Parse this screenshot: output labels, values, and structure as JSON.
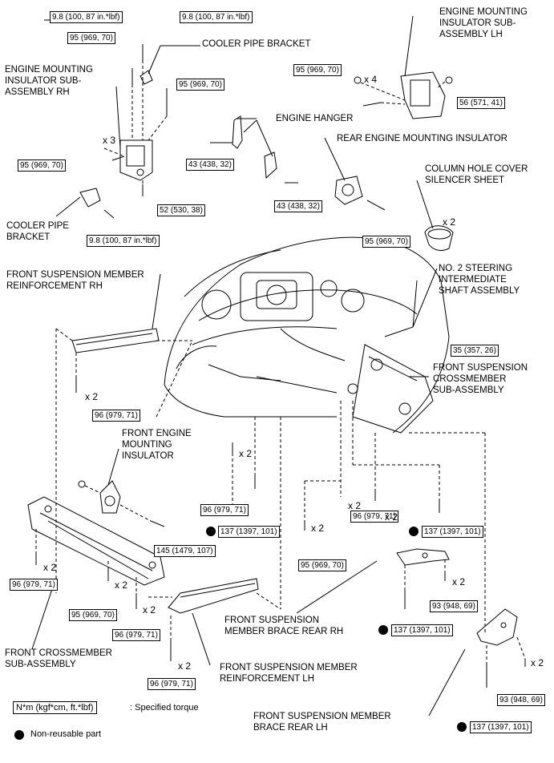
{
  "labels": {
    "engine_mounting_lh": "ENGINE MOUNTING\nINSULATOR SUB-\nASSEMBLY LH",
    "cooler_pipe_bracket_top": "COOLER PIPE BRACKET",
    "engine_mounting_rh": "ENGINE MOUNTING\nINSULATOR SUB-\nASSEMBLY RH",
    "engine_hanger": "ENGINE HANGER",
    "rear_engine_mounting": "REAR ENGINE MOUNTING INSULATOR",
    "column_hole_cover": "COLUMN HOLE COVER\nSILENCER SHEET",
    "cooler_pipe_bracket_bottom": "COOLER PIPE\nBRACKET",
    "front_susp_member_reinf_rh": "FRONT SUSPENSION MEMBER\nREINFORCEMENT RH",
    "no2_steering_shaft": "NO. 2 STEERING\nINTERMEDIATE\nSHAFT ASSEMBLY",
    "front_susp_crossmember": "FRONT SUSPENSION\nCROSSMEMBER\nSUB-ASSEMBLY",
    "front_engine_mounting": "FRONT ENGINE\nMOUNTING\nINSULATOR",
    "front_crossmember": "FRONT CROSSMEMBER\nSUB-ASSEMBLY",
    "brace_rear_rh": "FRONT SUSPENSION\nMEMBER BRACE REAR RH",
    "reinf_lh": "FRONT SUSPENSION MEMBER\nREINFORCEMENT LH",
    "brace_rear_lh": "FRONT SUSPENSION MEMBER\nBRACE REAR LH"
  },
  "torques": {
    "t1": "9.8 (100, 87 in.*lbf)",
    "t2": "9.8 (100, 87 in.*lbf)",
    "t3": "95 (969, 70)",
    "t4": "95 (969, 70)",
    "t5": "95 (969, 70)",
    "t6": "56 (571, 41)",
    "t7": "95 (969, 70)",
    "t8": "43 (438, 32)",
    "t9": "52 (530, 38)",
    "t10": "43 (438, 32)",
    "t11": "95 (969, 70)",
    "t12": "9.8 (100, 87 in.*lbf)",
    "t13": "35 (357, 26)",
    "t14": "96 (979, 71)",
    "t15": "96 (979, 71)",
    "t16": "137 (1397, 101)",
    "t17": "96 (979, 71)",
    "t18": "137 (1397, 101)",
    "t19": "145 (1479, 107)",
    "t20": "95 (969, 70)",
    "t21": "96 (979, 71)",
    "t22": "95 (969, 70)",
    "t23": "93 (948, 69)",
    "t24": "96 (979, 71)",
    "t25": "137 (1397, 101)",
    "t26": "96 (979, 71)",
    "t27": "93 (948, 69)",
    "t28": "137 (1397, 101)"
  },
  "multipliers": {
    "m_x4": "x 4",
    "m_x3": "x 3",
    "m_x2": "x 2"
  },
  "legend": {
    "torque_unit": "N*m (kgf*cm, ft.*lbf)",
    "torque_desc": ": Specified torque",
    "nonreusable": "Non-reusable part"
  }
}
